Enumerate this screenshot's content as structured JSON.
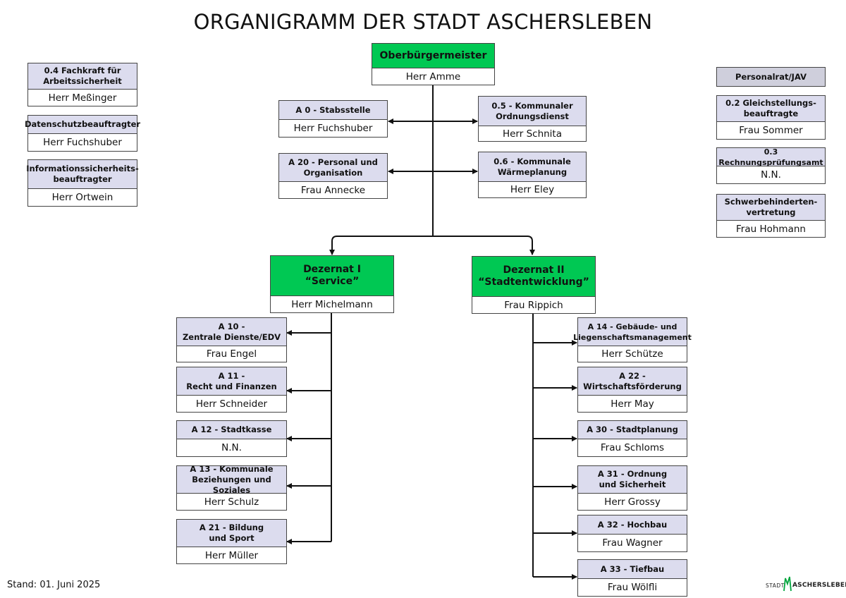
{
  "title": "ORGANIGRAMM DER STADT ASCHERSLEBEN",
  "stand": "Stand: 01. Juni 2025",
  "logo": {
    "prefix": "STADT",
    "name": "ASCHERSLEBEN"
  },
  "colors": {
    "green": "#00c853",
    "lavender": "#dcdcee",
    "grey": "#cfcfdc"
  },
  "staff_left": [
    {
      "unit": "0.4 Fachkraft für\nArbeitssicherheit",
      "person": "Herr Meßinger"
    },
    {
      "unit": "Datenschutzbeauftragter",
      "person": "Herr Fuchshuber"
    },
    {
      "unit": "Informationssicherheits-\nbeauftragter",
      "person": "Herr Ortwein"
    }
  ],
  "staff_right": [
    {
      "unit": "Personalrat/JAV"
    },
    {
      "unit": "0.2 Gleichstellungs-\nbeauftragte",
      "person": "Frau Sommer"
    },
    {
      "unit": "0.3 Rechnungsprüfungsamt",
      "person": "N.N."
    },
    {
      "unit": "Schwerbehinderten-\nvertretung",
      "person": "Frau Hohmann"
    }
  ],
  "mayor": {
    "unit": "Oberbürgermeister",
    "person": "Herr Amme"
  },
  "mayor_units_left": [
    {
      "unit": "A 0 -  Stabsstelle",
      "person": "Herr Fuchshuber"
    },
    {
      "unit": "A 20 -  Personal und\nOrganisation",
      "person": "Frau Annecke"
    }
  ],
  "mayor_units_right": [
    {
      "unit": "0.5 - Kommunaler\nOrdnungsdienst",
      "person": "Herr Schnita"
    },
    {
      "unit": "0.6 - Kommunale\nWärmeplanung",
      "person": "Herr Eley"
    }
  ],
  "dezernat1": {
    "unit": "Dezernat I\n“Service”",
    "person": "Herr Michelmann"
  },
  "dezernat2": {
    "unit": "Dezernat II\n“Stadtentwicklung”",
    "person": "Frau Rippich"
  },
  "dez1_units": [
    {
      "unit": "A 10 -\nZentrale Dienste/EDV",
      "person": "Frau Engel"
    },
    {
      "unit": "A 11 -\nRecht und Finanzen",
      "person": "Herr Schneider"
    },
    {
      "unit": "A 12 - Stadtkasse",
      "person": "N.N."
    },
    {
      "unit": "A 13 - Kommunale\nBeziehungen und Soziales",
      "person": "Herr Schulz"
    },
    {
      "unit": "A 21 - Bildung\nund Sport",
      "person": "Herr Müller"
    }
  ],
  "dez2_units": [
    {
      "unit": "A 14 -  Gebäude- und\nLiegenschaftsmanagement",
      "person": "Herr Schütze"
    },
    {
      "unit": "A 22 -\nWirtschaftsförderung",
      "person": "Herr May"
    },
    {
      "unit": "A 30 - Stadtplanung",
      "person": "Frau Schloms"
    },
    {
      "unit": "A 31 - Ordnung\nund Sicherheit",
      "person": "Herr Grossy"
    },
    {
      "unit": "A 32 - Hochbau",
      "person": "Frau Wagner"
    },
    {
      "unit": "A 33 - Tiefbau",
      "person": "Frau Wölfli"
    }
  ]
}
